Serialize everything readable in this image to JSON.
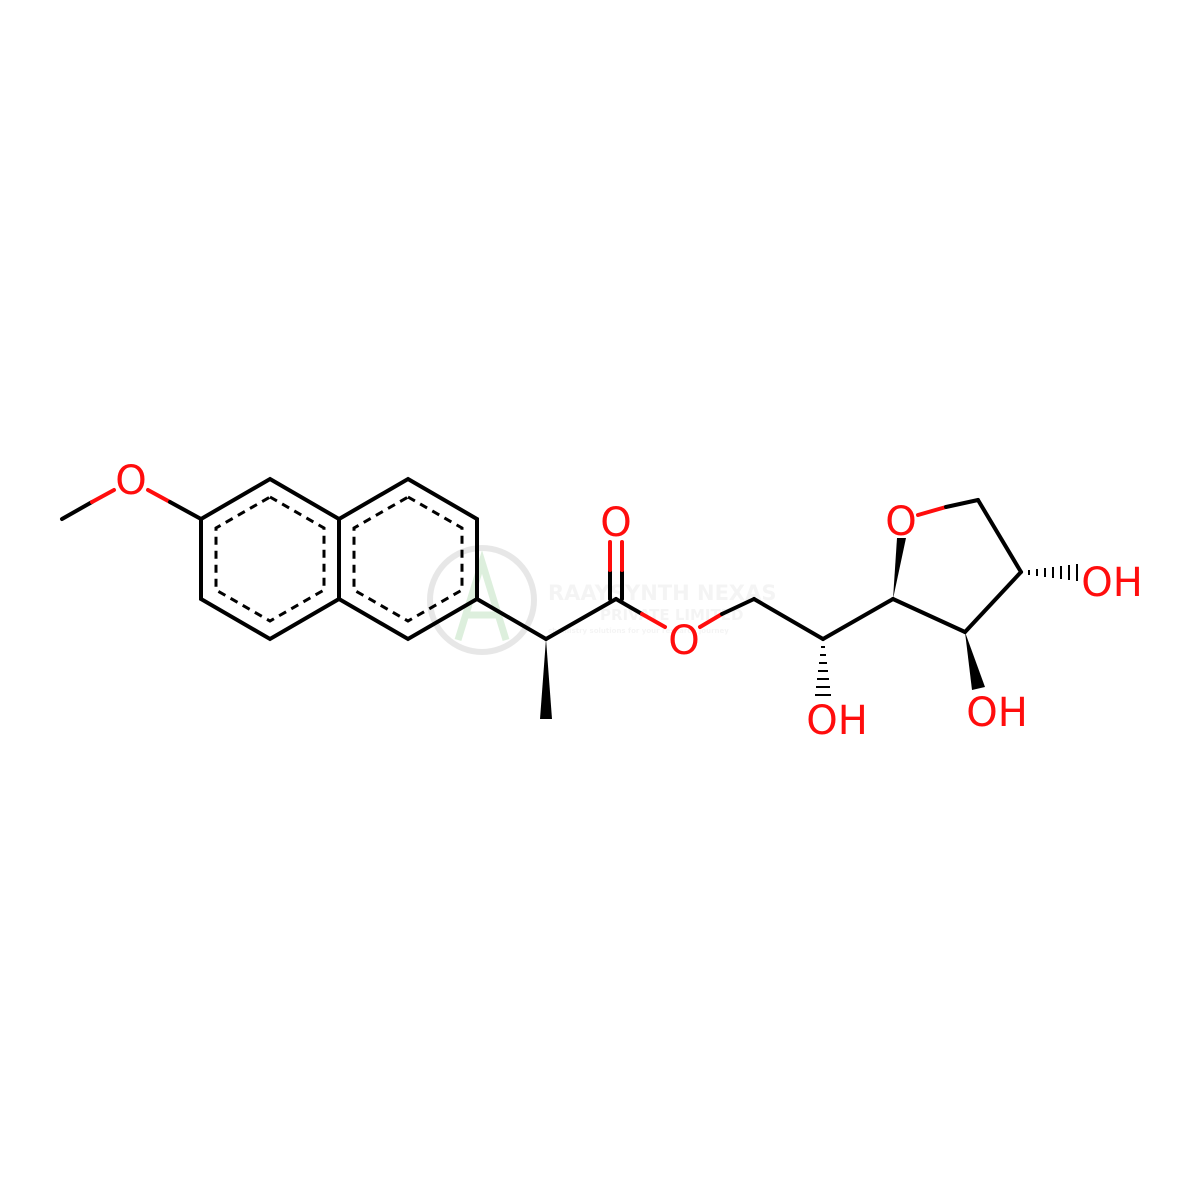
{
  "molecule": {
    "atoms": [
      {
        "id": "o_methoxy",
        "label": "O"
      },
      {
        "id": "o_carbonyl",
        "label": "O"
      },
      {
        "id": "o_ester",
        "label": "O"
      },
      {
        "id": "o_ring",
        "label": "O"
      },
      {
        "id": "oh_chain",
        "label": "OH"
      },
      {
        "id": "oh_ring_lower",
        "label": "OH"
      },
      {
        "id": "oh_ring_right",
        "label": "OH"
      }
    ]
  },
  "watermark": {
    "company": "RAAYSYNTH NEXAS",
    "suffix": "PRIVATE LIMITED",
    "tagline": "chemistry solutions for your research journey"
  },
  "colors": {
    "bond": "#000000",
    "heteroatom": "#ff0d0d",
    "watermark": "#c9c9c9"
  }
}
